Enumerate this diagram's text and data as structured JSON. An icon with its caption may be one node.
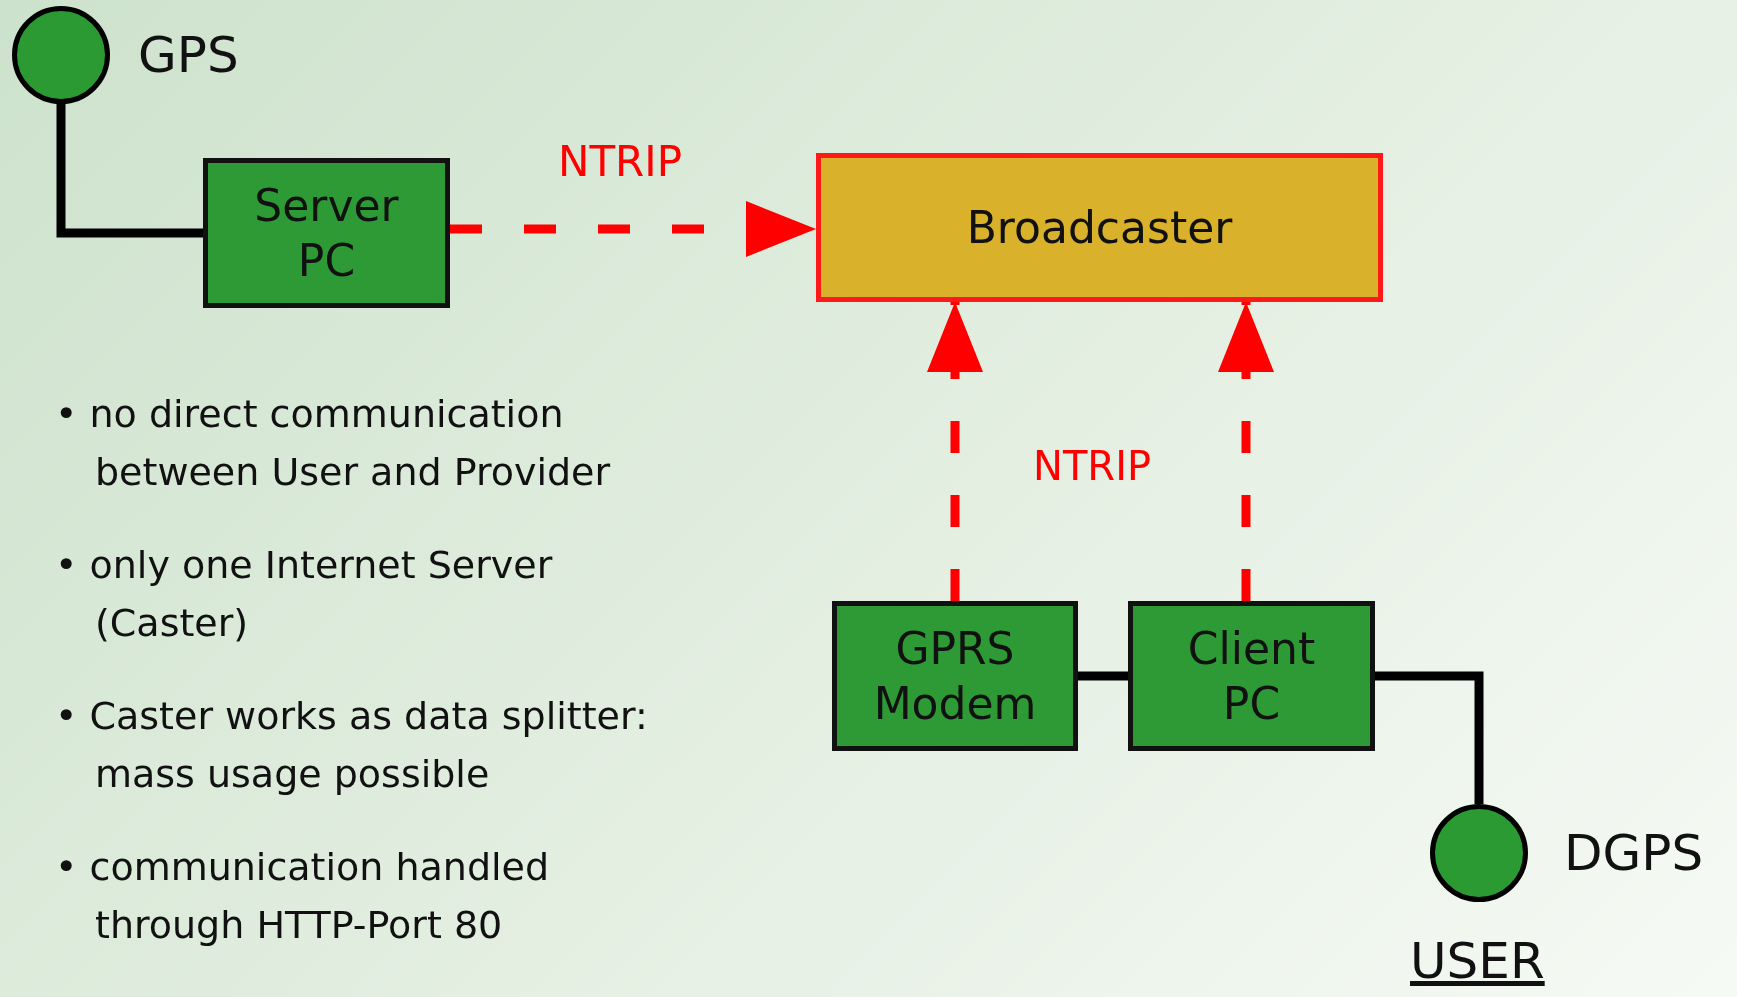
{
  "diagram": {
    "nodes": [
      {
        "text": [],
        "shape": "circle",
        "beside": [
          "GPS"
        ]
      },
      {
        "text": [
          "Server PC"
        ]
      },
      {
        "text": [
          "Broadcaster"
        ]
      },
      {
        "text": [
          "GPRS Modem"
        ]
      },
      {
        "text": [
          "Client PC"
        ]
      },
      {
        "text": [],
        "shape": "circle",
        "beside": [
          "DGPS",
          "USER"
        ]
      }
    ],
    "edges": [
      {
        "from": 0,
        "to": 1,
        "arrow": "none"
      },
      {
        "from": 1,
        "to": 2,
        "arrow": "to",
        "label": "NTRIP",
        "style": "dashed",
        "color": "#ff0000"
      },
      {
        "from": 3,
        "to": 2,
        "arrow": "to",
        "style": "dashed",
        "color": "#ff0000"
      },
      {
        "from": 4,
        "to": 2,
        "arrow": "to",
        "style": "dashed",
        "color": "#ff0000"
      },
      {
        "from": 3,
        "to": 4,
        "arrow": "none"
      },
      {
        "from": 4,
        "to": 5,
        "arrow": "none"
      }
    ],
    "labels": [
      "NTRIP",
      "• no direct communication between User and Provider",
      "• only one Internet Server (Caster)",
      "• Caster works as data splitter: mass usage possible",
      "• communication handled through HTTP-Port 80"
    ]
  }
}
